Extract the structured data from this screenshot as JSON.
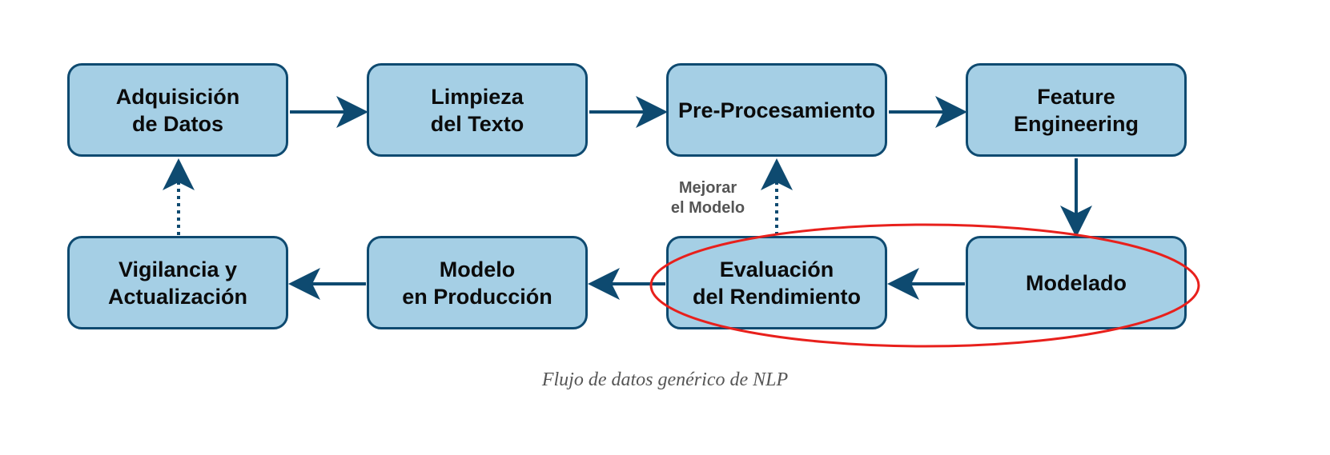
{
  "colors": {
    "node_fill": "#a5cfe5",
    "node_border": "#0e4a70",
    "arrow": "#0e4a70",
    "highlight": "#e8201c"
  },
  "nodes": {
    "adquisicion": "Adquisición\nde Datos",
    "limpieza": "Limpieza\ndel Texto",
    "preprocesamiento": "Pre-Procesamiento",
    "feature": "Feature\nEngineering",
    "modelado": "Modelado",
    "evaluacion": "Evaluación\ndel Rendimiento",
    "produccion": "Modelo\nen Producción",
    "vigilancia": "Vigilancia y\nActualización"
  },
  "annotation": "Mejorar\nel Modelo",
  "caption": "Flujo de datos genérico de NLP"
}
